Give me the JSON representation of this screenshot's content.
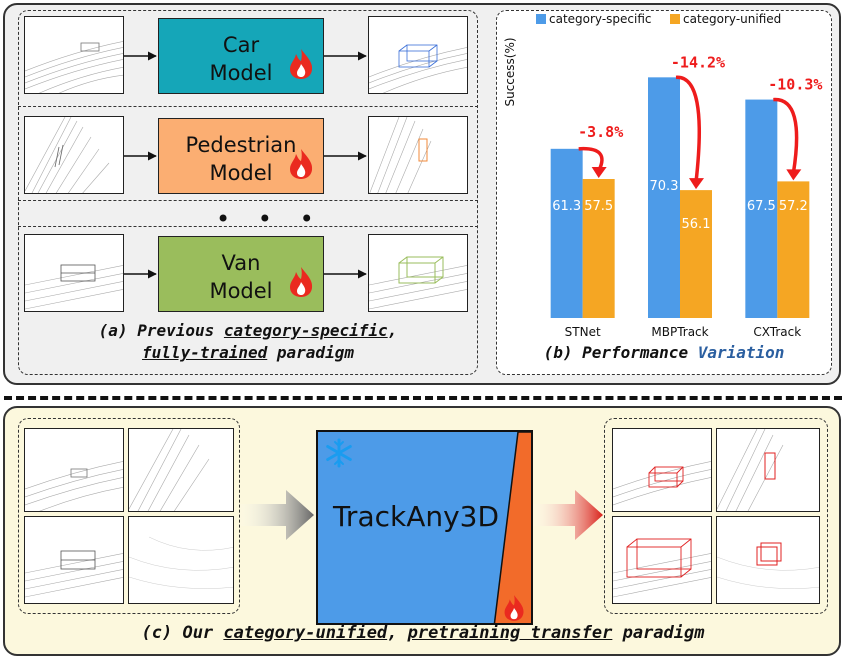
{
  "panel_a": {
    "rows": [
      {
        "model_line1": "Car",
        "model_line2": "Model",
        "color": "#15a6b8"
      },
      {
        "model_line1": "Pedestrian",
        "model_line2": "Model",
        "color": "#fbae72"
      },
      {
        "model_line1": "Van",
        "model_line2": "Model",
        "color": "#9abd5c"
      }
    ],
    "dots": "• • •",
    "caption_prefix": "(a) Previous ",
    "caption_u1": "category-specific",
    "caption_mid": ",",
    "caption_u2": "fully-trained",
    "caption_suffix": " paradigm"
  },
  "panel_b": {
    "caption_prefix": "(b) Performance ",
    "caption_highlight": "Variation",
    "highlight_color": "#2b5fa0"
  },
  "chart_data": {
    "type": "bar",
    "categories": [
      "STNet",
      "MBPTrack",
      "CXTrack"
    ],
    "series": [
      {
        "name": "category-specific",
        "values": [
          61.3,
          70.3,
          67.5
        ],
        "color": "#4d9be8"
      },
      {
        "name": "category-unified",
        "values": [
          57.5,
          56.1,
          57.2
        ],
        "color": "#f5a623"
      }
    ],
    "drops": [
      "-3.8%",
      "-14.2%",
      "-10.3%"
    ],
    "drop_color": "#ee1c1c",
    "ylabel": "Success(%)",
    "ylim": [
      0,
      75
    ],
    "grid": false,
    "legend": "top"
  },
  "panel_c": {
    "model_name": "TrackAny3D",
    "model_color": "#4d9be8",
    "adapter_color": "#f26b2a",
    "snowflake_color": "#1a9cf0",
    "caption_prefix": "(c) Our ",
    "caption_u1": "category-unified",
    "caption_mid": ", ",
    "caption_u2": "pretraining transfer",
    "caption_suffix": " paradigm"
  }
}
